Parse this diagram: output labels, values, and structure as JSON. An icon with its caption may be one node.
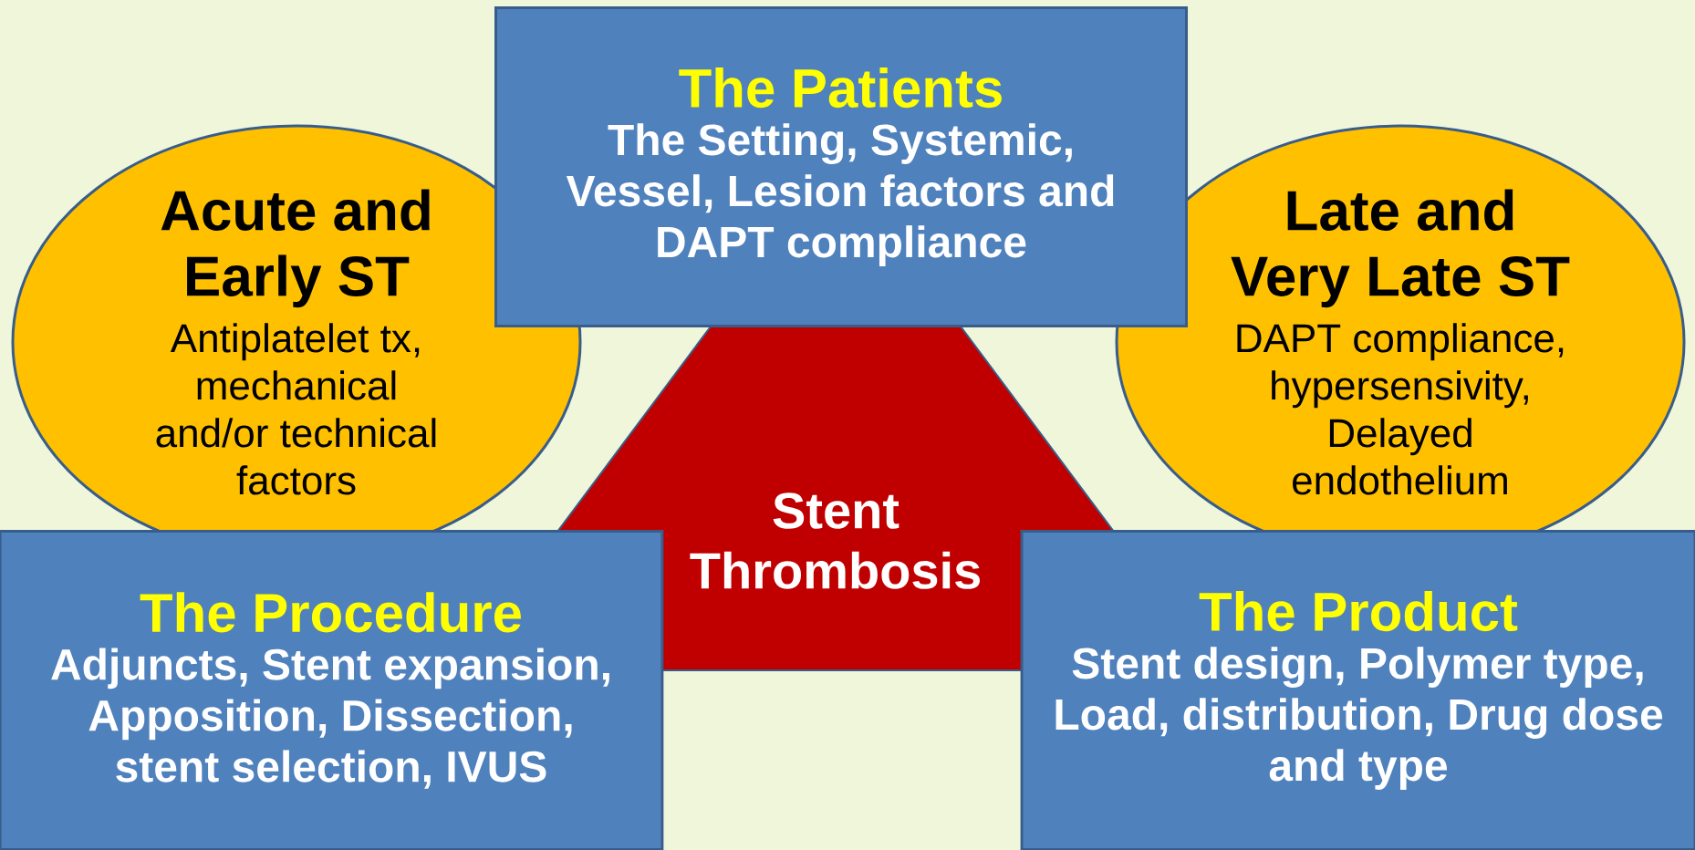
{
  "diagram": {
    "nodes": [
      {
        "text": [
          "The Patients",
          "The Setting, Systemic, Vessel, Lesion factors and DAPT compliance"
        ]
      },
      {
        "text": [
          "Acute and Early ST",
          "Antiplatelet tx, mechanical and/or technical factors"
        ]
      },
      {
        "text": [
          "Late and Very Late ST",
          "DAPT compliance, hypersensivity, Delayed endothelium"
        ]
      },
      {
        "text": [
          "Stent Thrombosis"
        ]
      },
      {
        "text": [
          "The Procedure",
          "Adjuncts, Stent expansion, Apposition, Dissection, stent selection, IVUS"
        ]
      },
      {
        "text": [
          "The Product",
          "Stent design, Polymer type, Load, distribution, Drug dose and type"
        ]
      }
    ]
  }
}
